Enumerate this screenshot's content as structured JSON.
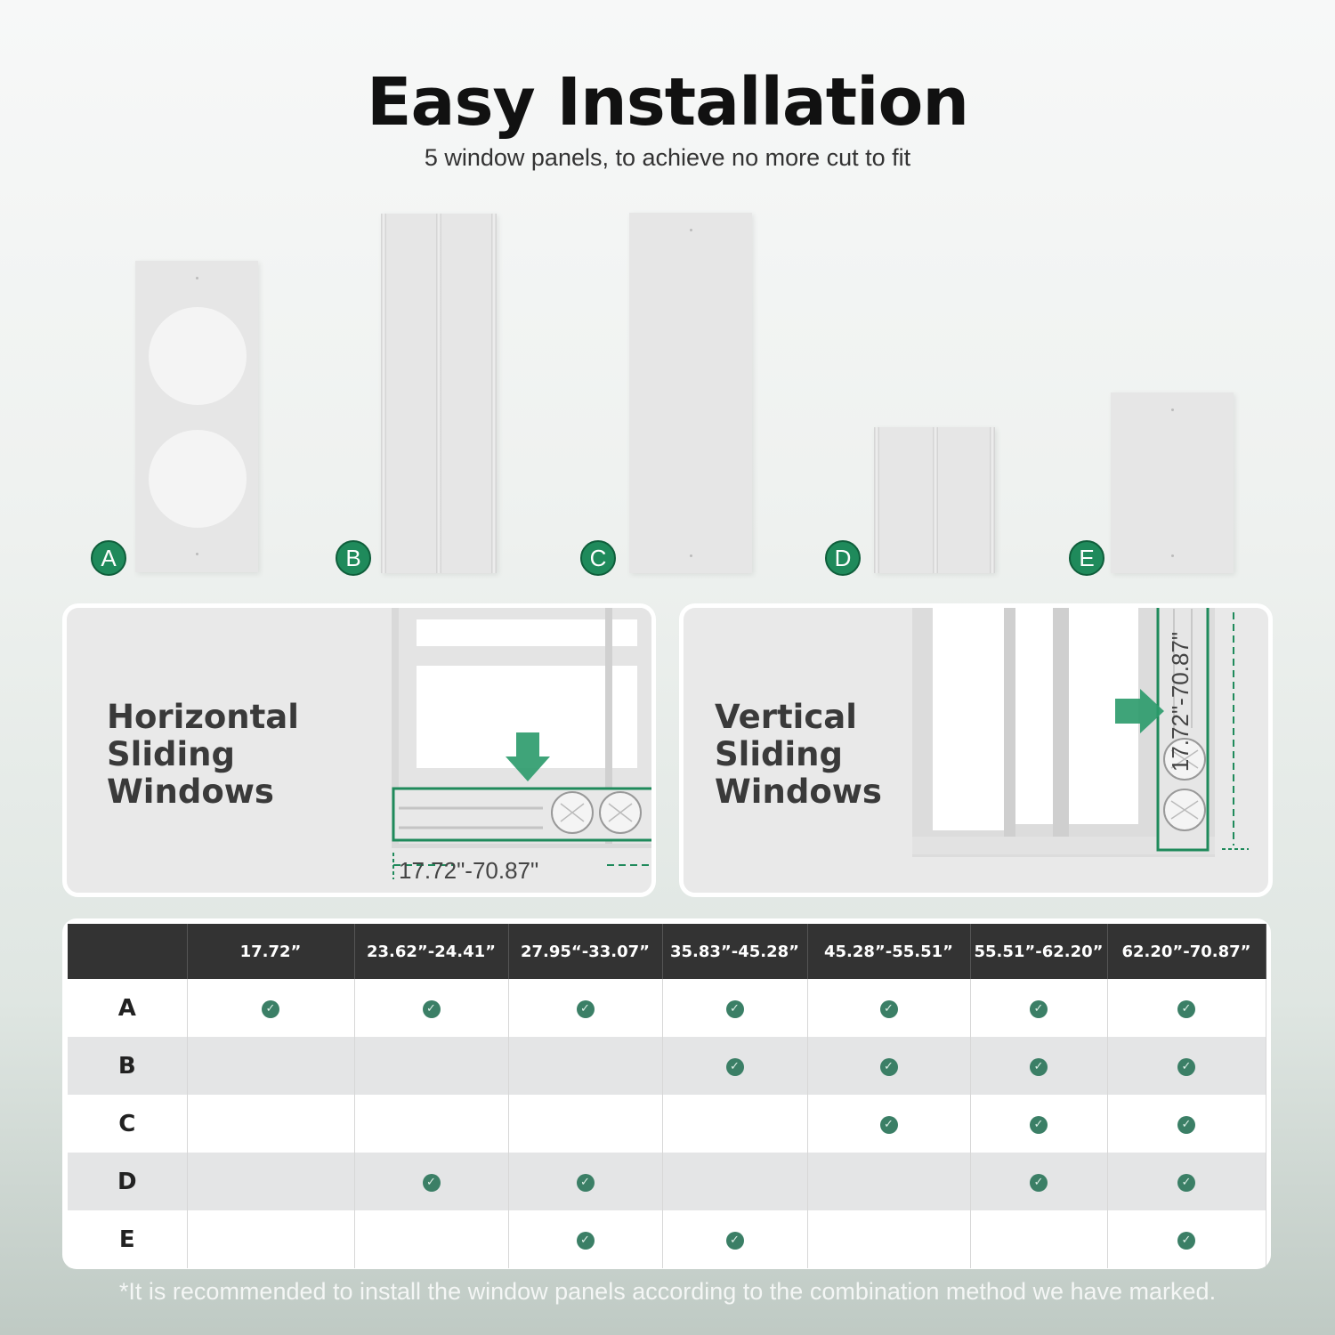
{
  "header": {
    "title": "Easy Installation",
    "subtitle": "5 window panels, to achieve no more cut to fit"
  },
  "panels": [
    {
      "letter": "A"
    },
    {
      "letter": "B"
    },
    {
      "letter": "C"
    },
    {
      "letter": "D"
    },
    {
      "letter": "E"
    }
  ],
  "cards": {
    "horizontal": {
      "title_lines": [
        "Horizontal",
        "Sliding",
        "Windows"
      ],
      "dimension": "17.72\"-70.87\""
    },
    "vertical": {
      "title_lines": [
        "Vertical",
        "Sliding",
        "Windows"
      ],
      "dimension": "17.72\"-70.87\""
    }
  },
  "table": {
    "columns": [
      "17.72”",
      "23.62”-24.41”",
      "27.95“-33.07”",
      "35.83”-45.28”",
      "45.28”-55.51”",
      "55.51”-62.20”",
      "62.20”-70.87”"
    ],
    "rows": [
      {
        "label": "A",
        "checks": [
          true,
          true,
          true,
          true,
          true,
          true,
          true
        ]
      },
      {
        "label": "B",
        "checks": [
          false,
          false,
          false,
          true,
          true,
          true,
          true
        ]
      },
      {
        "label": "C",
        "checks": [
          false,
          false,
          false,
          false,
          true,
          true,
          true
        ]
      },
      {
        "label": "D",
        "checks": [
          false,
          true,
          true,
          false,
          false,
          true,
          true
        ]
      },
      {
        "label": "E",
        "checks": [
          false,
          false,
          true,
          true,
          false,
          false,
          true
        ]
      }
    ]
  },
  "footnote": "*It is recommended to install the window panels according to the combination method we have marked.",
  "colors": {
    "accent": "#1f8a5b",
    "check": "#3b7f66",
    "header_bg": "#333333"
  }
}
